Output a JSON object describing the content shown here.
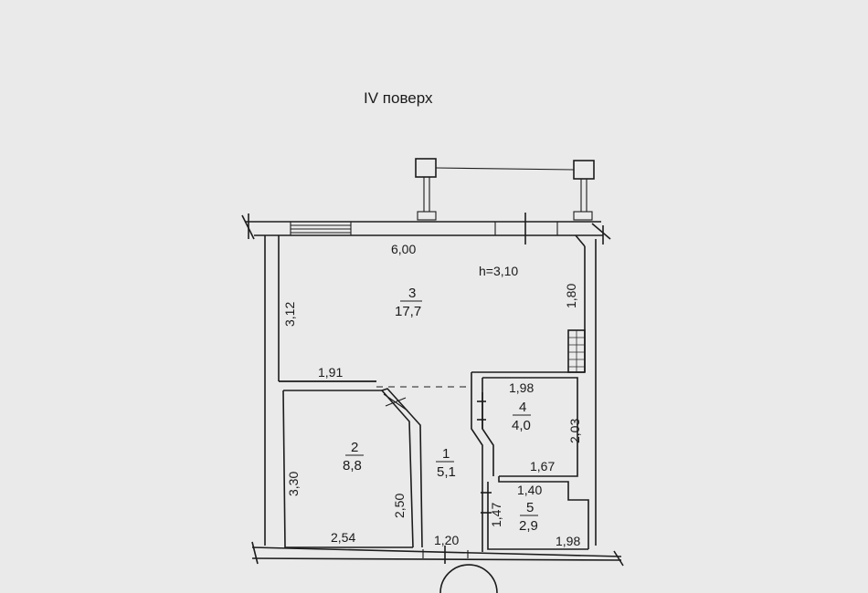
{
  "title": "IV  поверх",
  "ceiling_height": "h=3,10",
  "rooms": [
    {
      "id": "1",
      "area": "5,1"
    },
    {
      "id": "2",
      "area": "8,8"
    },
    {
      "id": "3",
      "area": "17,7"
    },
    {
      "id": "4",
      "area": "4,0"
    },
    {
      "id": "5",
      "area": "2,9"
    }
  ],
  "dimensions": {
    "top_width": "6,00",
    "left_room3": "3,12",
    "right_room3": "1,80",
    "room3_bottom": "1,91",
    "room4_top": "1,98",
    "room4_right": "2,03",
    "room4_bottom": "1,67",
    "room5_top": "1,40",
    "room5_left": "1,47",
    "room5_bottom": "1,98",
    "room2_left": "3,30",
    "room2_right": "2,50",
    "room2_bottom": "2,54",
    "room1_bottom": "1,20"
  }
}
